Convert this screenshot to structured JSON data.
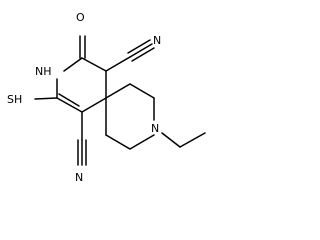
{
  "atom_labels": {
    "oxygen": "O",
    "amide_nh": "NH",
    "thiol": "SH",
    "piperidine_n": "N",
    "nitrile_n_top": "N",
    "nitrile_n_bottom": "N"
  },
  "colors": {
    "bond": "#000000",
    "background": "#ffffff"
  }
}
